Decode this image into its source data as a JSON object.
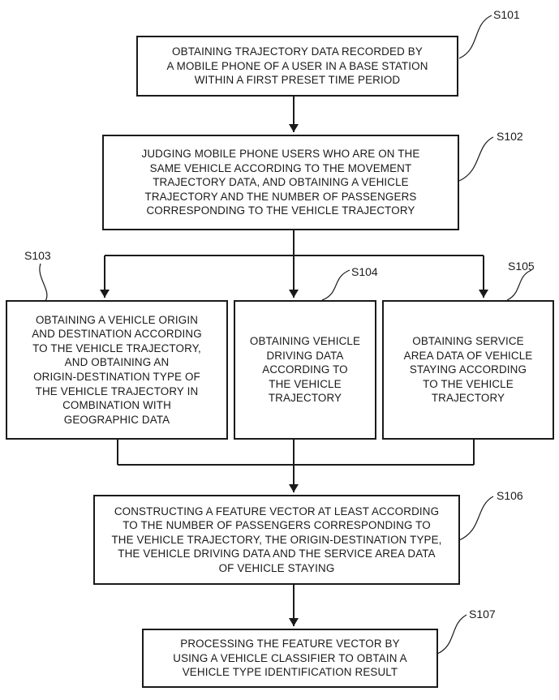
{
  "flowchart": {
    "steps": [
      {
        "id": "S101",
        "text": "OBTAINING TRAJECTORY DATA RECORDED BY\nA MOBILE PHONE OF A USER IN A BASE STATION\nWITHIN A FIRST PRESET TIME PERIOD"
      },
      {
        "id": "S102",
        "text": "JUDGING MOBILE PHONE USERS WHO ARE ON THE\nSAME VEHICLE ACCORDING TO THE MOVEMENT\nTRAJECTORY DATA, AND OBTAINING A VEHICLE\nTRAJECTORY AND THE NUMBER OF PASSENGERS\nCORRESPONDING TO THE VEHICLE TRAJECTORY"
      },
      {
        "id": "S103",
        "text": "OBTAINING A VEHICLE ORIGIN\nAND DESTINATION ACCORDING\nTO THE VEHICLE TRAJECTORY,\nAND OBTAINING AN\nORIGIN-DESTINATION TYPE OF\nTHE VEHICLE TRAJECTORY IN\nCOMBINATION WITH\nGEOGRAPHIC DATA"
      },
      {
        "id": "S104",
        "text": "OBTAINING VEHICLE\nDRIVING DATA\nACCORDING TO\nTHE VEHICLE\nTRAJECTORY"
      },
      {
        "id": "S105",
        "text": "OBTAINING SERVICE\nAREA DATA OF VEHICLE\nSTAYING ACCORDING\nTO THE VEHICLE\nTRAJECTORY"
      },
      {
        "id": "S106",
        "text": "CONSTRUCTING A FEATURE VECTOR AT LEAST ACCORDING\nTO THE NUMBER OF PASSENGERS CORRESPONDING TO\nTHE VEHICLE TRAJECTORY, THE ORIGIN-DESTINATION TYPE,\nTHE VEHICLE DRIVING DATA AND THE SERVICE AREA DATA\nOF VEHICLE STAYING"
      },
      {
        "id": "S107",
        "text": "PROCESSING THE FEATURE VECTOR BY\nUSING A VEHICLE CLASSIFIER TO OBTAIN A\nVEHICLE TYPE IDENTIFICATION RESULT"
      }
    ]
  }
}
